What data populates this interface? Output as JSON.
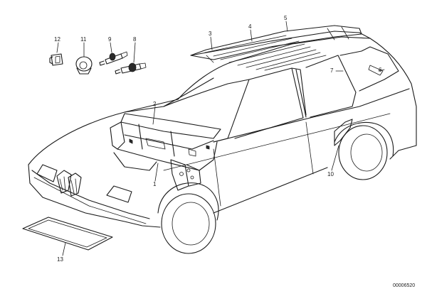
{
  "callouts": [
    {
      "id": "c12",
      "text": "12"
    },
    {
      "id": "c11",
      "text": "11"
    },
    {
      "id": "c9",
      "text": "9"
    },
    {
      "id": "c8",
      "text": "8"
    },
    {
      "id": "c3",
      "text": "3"
    },
    {
      "id": "c4",
      "text": "4"
    },
    {
      "id": "c5",
      "text": "5"
    },
    {
      "id": "c6",
      "text": "6"
    },
    {
      "id": "c7",
      "text": "7"
    },
    {
      "id": "c2",
      "text": "2"
    },
    {
      "id": "c1",
      "text": "1"
    },
    {
      "id": "c10",
      "text": "10"
    },
    {
      "id": "c13",
      "text": "13"
    }
  ],
  "diagram_code": "00006520"
}
